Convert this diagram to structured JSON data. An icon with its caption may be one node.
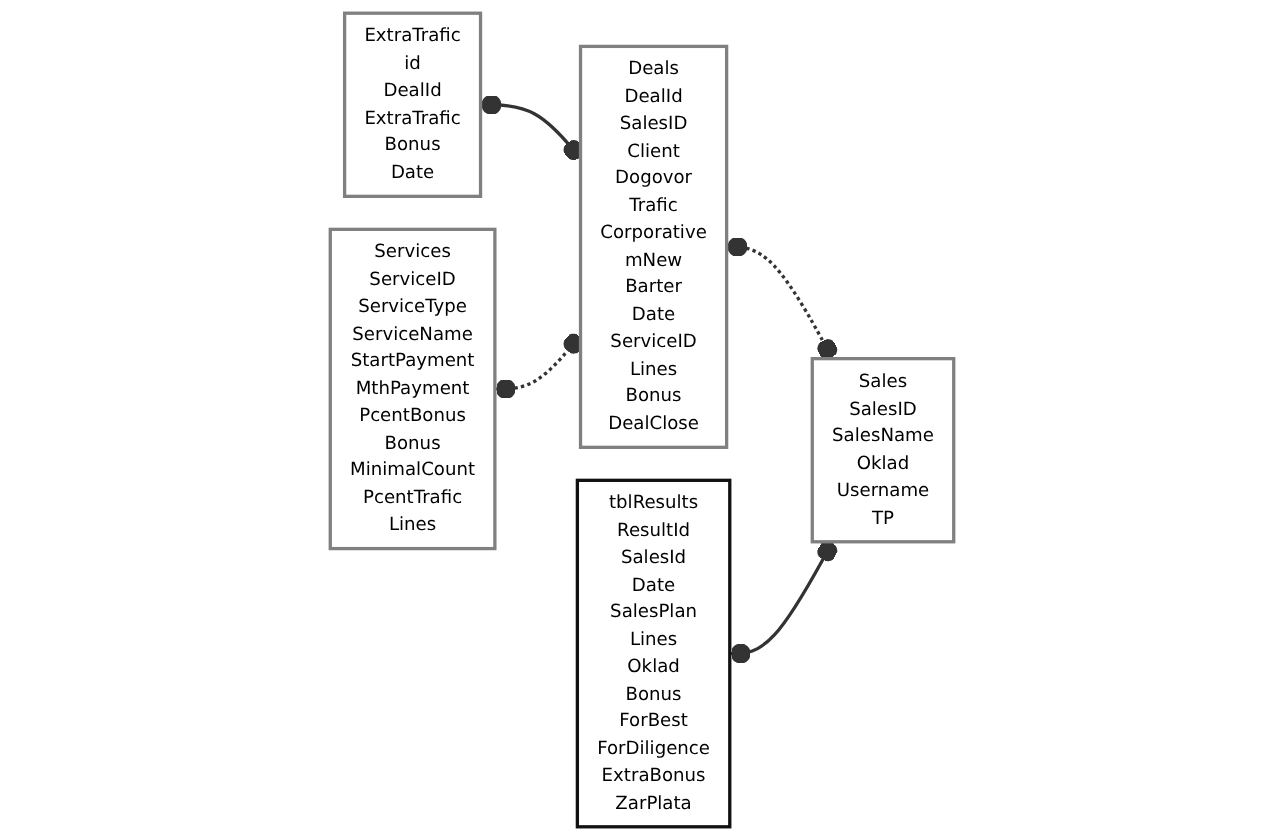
{
  "diagram": {
    "nodes": [
      {
        "text": [
          "ExtraTrafic",
          "id",
          "DealId",
          "ExtraTrafic",
          "Bonus",
          "Date"
        ]
      },
      {
        "text": [
          "tblResults",
          "ResultId",
          "SalesId",
          "Date",
          "SalesPlan",
          "Lines",
          "Oklad",
          "Bonus",
          "ForBest",
          "ForDiligence",
          "ExtraBonus",
          "ZarPlata"
        ]
      },
      {
        "text": [
          "Deals",
          "DealId",
          "SalesID",
          "Client",
          "Dogovor",
          "Trafic",
          "Corporative",
          "mNew",
          "Barter",
          "Date",
          "ServiceID",
          "Lines",
          "Bonus",
          "DealClose"
        ]
      },
      {
        "text": [
          "Services",
          "ServiceID",
          "ServiceType",
          "ServiceName",
          "StartPayment",
          "MthPayment",
          "PcentBonus",
          "Bonus",
          "MinimalCount",
          "PcentTrafic",
          "Lines"
        ]
      },
      {
        "text": [
          "Sales",
          "SalesID",
          "SalesName",
          "Oklad",
          "Username",
          "TP"
        ]
      }
    ],
    "edges": [
      {
        "from": 0,
        "to": 2,
        "arrow": "other"
      },
      {
        "from": 2,
        "to": 4,
        "arrow": "other",
        "style": "dashed"
      },
      {
        "from": 1,
        "to": 4,
        "arrow": "other"
      },
      {
        "from": 3,
        "to": 2,
        "arrow": "other",
        "style": "dashed"
      }
    ]
  }
}
